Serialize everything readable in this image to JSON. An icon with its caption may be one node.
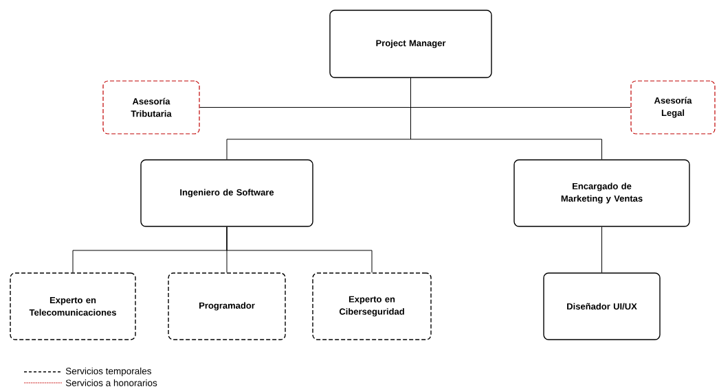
{
  "diagram": {
    "nodes": [
      {
        "text": [
          "Project Manager"
        ]
      },
      {
        "text": [
          "Asesoría Tributaria"
        ]
      },
      {
        "text": [
          "Asesoría Legal"
        ]
      },
      {
        "text": [
          "Ingeniero de Software"
        ]
      },
      {
        "text": [
          "Encargado de Marketing y Ventas"
        ]
      },
      {
        "text": [
          "Experto en Telecomunicaciones"
        ]
      },
      {
        "text": [
          "Programador"
        ]
      },
      {
        "text": [
          "Experto en Ciberseguridad"
        ]
      },
      {
        "text": [
          "Diseñador UI/UX"
        ]
      }
    ],
    "edges": [
      {
        "from": 0,
        "to": 1,
        "arrow": "none"
      },
      {
        "from": 0,
        "to": 2,
        "arrow": "none"
      },
      {
        "from": 0,
        "to": 3,
        "arrow": "none"
      },
      {
        "from": 0,
        "to": 4,
        "arrow": "none"
      },
      {
        "from": 3,
        "to": 5,
        "arrow": "none"
      },
      {
        "from": 3,
        "to": 6,
        "arrow": "none"
      },
      {
        "from": 3,
        "to": 7,
        "arrow": "none"
      },
      {
        "from": 4,
        "to": 8,
        "arrow": "none"
      }
    ],
    "legend": [
      {
        "text": "Servicios temporales"
      },
      {
        "text": "Servicios a honorarios"
      }
    ]
  }
}
